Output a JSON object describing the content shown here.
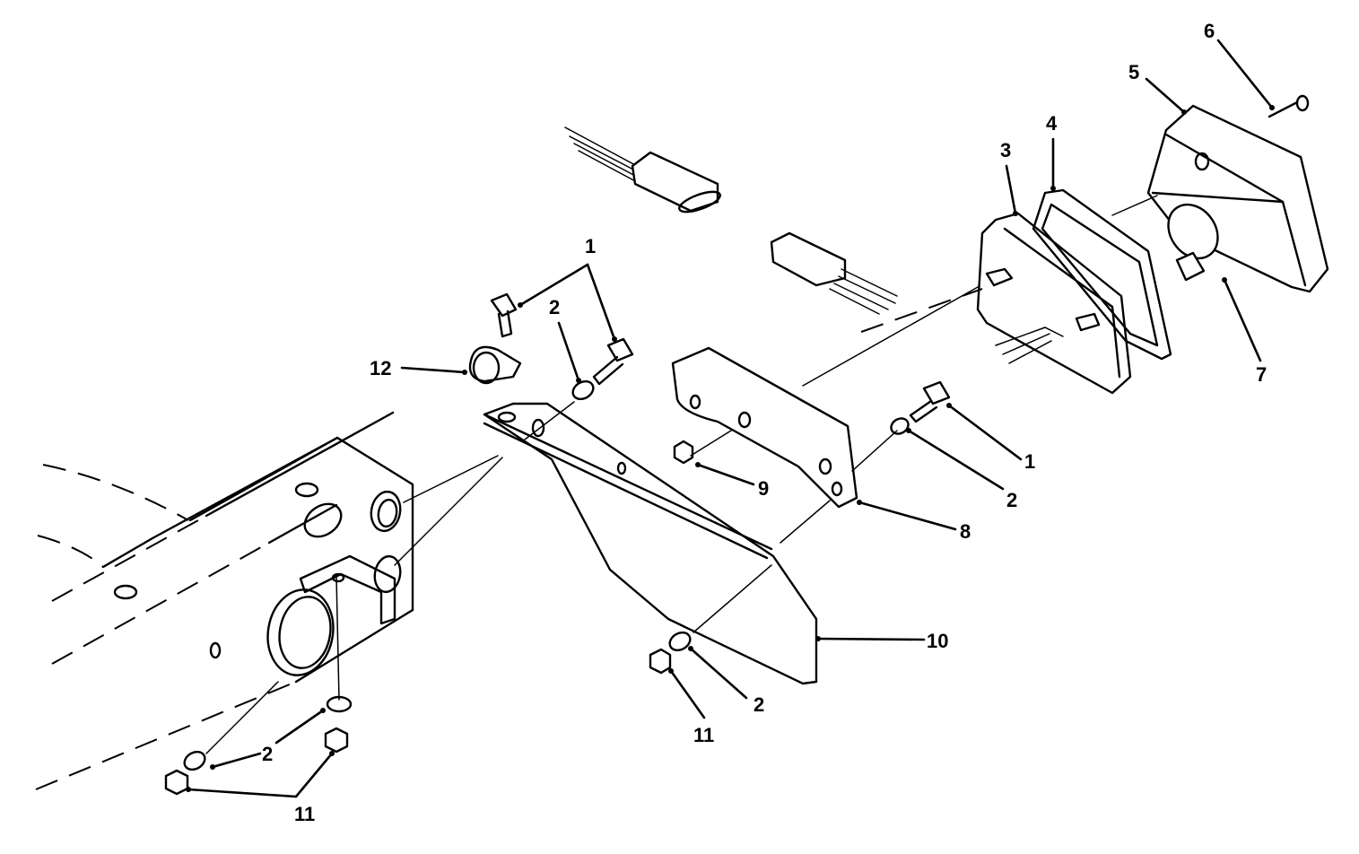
{
  "callouts": [
    {
      "id": "c1a",
      "text": "1"
    },
    {
      "id": "c1b",
      "text": "1"
    },
    {
      "id": "c2a",
      "text": "2"
    },
    {
      "id": "c2b",
      "text": "2"
    },
    {
      "id": "c2c",
      "text": "2"
    },
    {
      "id": "c2d",
      "text": "2"
    },
    {
      "id": "c3",
      "text": "3"
    },
    {
      "id": "c4",
      "text": "4"
    },
    {
      "id": "c5",
      "text": "5"
    },
    {
      "id": "c6",
      "text": "6"
    },
    {
      "id": "c7",
      "text": "7"
    },
    {
      "id": "c8",
      "text": "8"
    },
    {
      "id": "c9",
      "text": "9"
    },
    {
      "id": "c10",
      "text": "10"
    },
    {
      "id": "c11a",
      "text": "11"
    },
    {
      "id": "c11b",
      "text": "11"
    },
    {
      "id": "c12",
      "text": "12"
    }
  ]
}
